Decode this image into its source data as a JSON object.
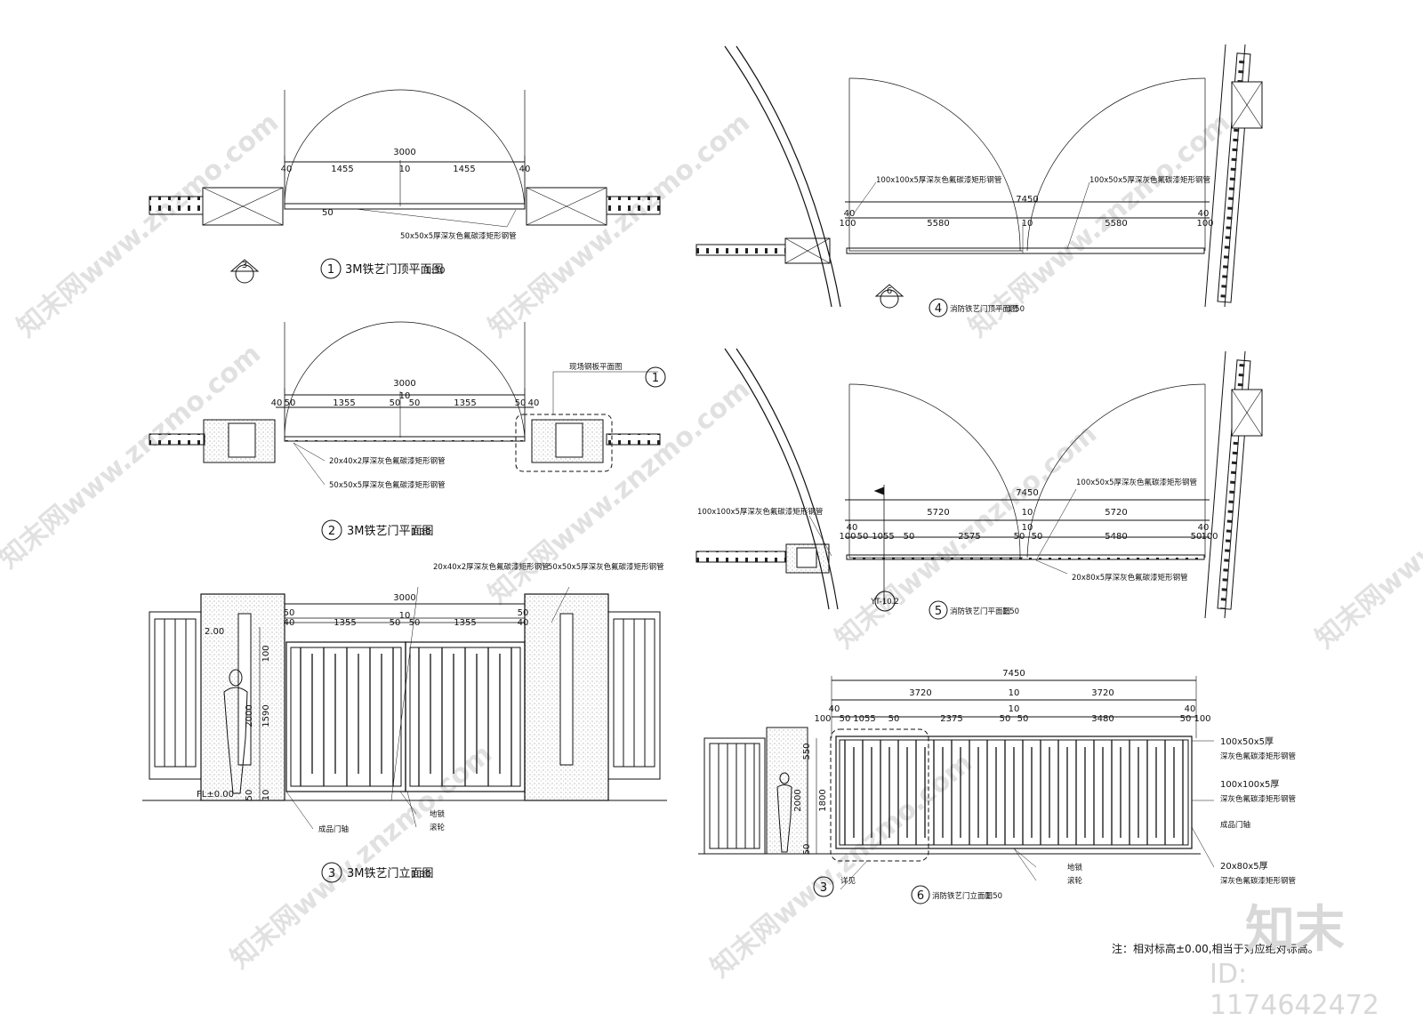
{
  "views": {
    "v1": {
      "num": "1",
      "title": "3M铁艺门顶平面图",
      "scale": "1:30",
      "dims": {
        "total": "3000",
        "d40": "40",
        "d1455": "1455",
        "d10": "10",
        "d50": "50"
      },
      "label": "50x50x5厚深灰色氟碳漆矩形钢管",
      "section": "3"
    },
    "v2": {
      "num": "2",
      "title": "3M铁艺门平面图",
      "scale": "1:30",
      "dims": {
        "total": "3000",
        "d40": "40",
        "d50": "50",
        "d1355": "1355",
        "d10": "10"
      },
      "labels": [
        "20x40x2厚深灰色氟碳漆矩形钢管",
        "50x50x5厚深灰色氟碳漆矩形钢管"
      ],
      "ref": "现场钢板平面图",
      "ref_num": "1"
    },
    "v3": {
      "num": "3",
      "title": "3M铁艺门立面图",
      "scale": "1:30",
      "dims": {
        "total": "3000",
        "d50": "50",
        "d40": "40",
        "d1355": "1355",
        "d10": "10",
        "v100": "100",
        "v50": "50",
        "v1590": "1590",
        "v2000": "2000",
        "v10": "10"
      },
      "labels": [
        "20x40x2厚深灰色氟碳漆矩形钢管",
        "50x50x5厚深灰色氟碳漆矩形钢管",
        "成品门轴",
        "地锁",
        "滚轮"
      ],
      "levels": [
        "2.00",
        "FL±0.00"
      ]
    },
    "v4": {
      "num": "4",
      "title": "消防铁艺门顶平面图",
      "scale": "1:50",
      "dims": {
        "total": "7450",
        "d40": "40",
        "d100": "100",
        "d5580": "5580",
        "d10": "10"
      },
      "labels": [
        "100x100x5厚深灰色氟碳漆矩形钢管",
        "100x50x5厚深灰色氟碳漆矩形钢管"
      ],
      "section": "6"
    },
    "v5": {
      "num": "5",
      "title": "消防铁艺门平面图",
      "scale": "1:50",
      "dims": {
        "total": "7450",
        "d5720": "5720",
        "d10": "10",
        "d40": "40",
        "d100": "100",
        "d50": "50",
        "d1055": "1055",
        "d2575": "2575",
        "d5480": "5480"
      },
      "labels": [
        "100x100x5厚深灰色氟碳漆矩形钢管",
        "100x50x5厚深灰色氟碳漆矩形钢管",
        "20x80x5厚深灰色氟碳漆矩形钢管"
      ],
      "section": "YT-10.2"
    },
    "v6": {
      "num": "6",
      "title": "消防铁艺门立面图",
      "scale": "1:50",
      "dims": {
        "total": "7450",
        "d3720": "3720",
        "d10": "10",
        "d40": "40",
        "d100": "100",
        "d50": "50",
        "d1055": "1055",
        "d2375": "2375",
        "d3480": "3480",
        "v550": "550",
        "v1800": "1800",
        "v2000": "2000"
      },
      "labels": [
        "100x50x5厚",
        "深灰色氟碳漆矩形钢管",
        "100x100x5厚",
        "深灰色氟碳漆矩形钢管",
        "成品门轴",
        "20x80x5厚",
        "深灰色氟碳漆矩形钢管",
        "地锁",
        "滚轮",
        "详见"
      ],
      "ref_num": "3"
    }
  },
  "note": "注：相对标高±0.00,相当于对应绝对标高。",
  "watermark": "知末网www.znzmo.com",
  "brand": {
    "logo": "知末",
    "id": "ID: 1174642472"
  }
}
